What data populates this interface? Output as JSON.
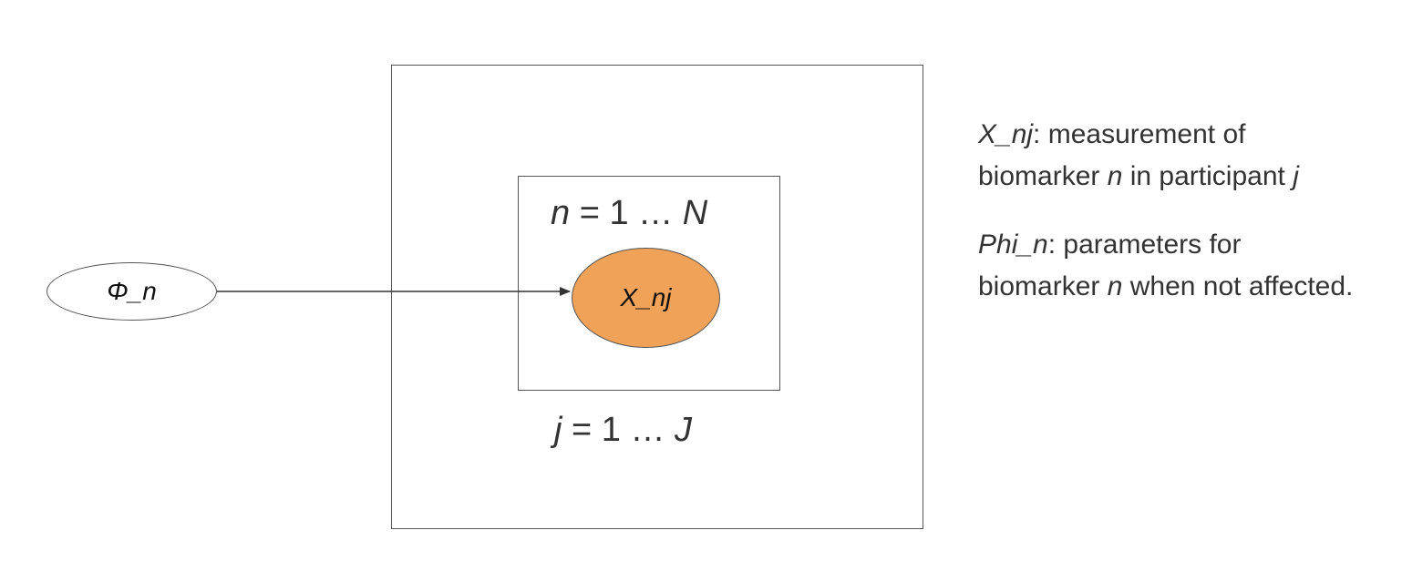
{
  "diagram": {
    "outer_plate": {
      "index_var": "j",
      "range_text": " = 1 … ",
      "upper_var": "J"
    },
    "inner_plate": {
      "index_var": "n",
      "range_text": " = 1 … ",
      "upper_var": "N"
    },
    "nodes": {
      "phi": {
        "label": "Φ_n",
        "fill": "#ffffff"
      },
      "x": {
        "label": "X_nj",
        "fill": "#f0a358"
      }
    },
    "edge": {
      "from": "Φ_n",
      "to": "X_nj"
    },
    "legend": {
      "x_entry": {
        "symbol": "X_nj",
        "line1_rest": ": measurement of",
        "line2_pre": "biomarker ",
        "line2_var": "n",
        "line2_mid": " in participant ",
        "line2_var2": "j"
      },
      "phi_entry": {
        "symbol": "Phi_n",
        "line1_rest": ": parameters for",
        "line2_pre": "biomarker ",
        "line2_var": "n",
        "line2_post": " when not affected."
      }
    }
  }
}
